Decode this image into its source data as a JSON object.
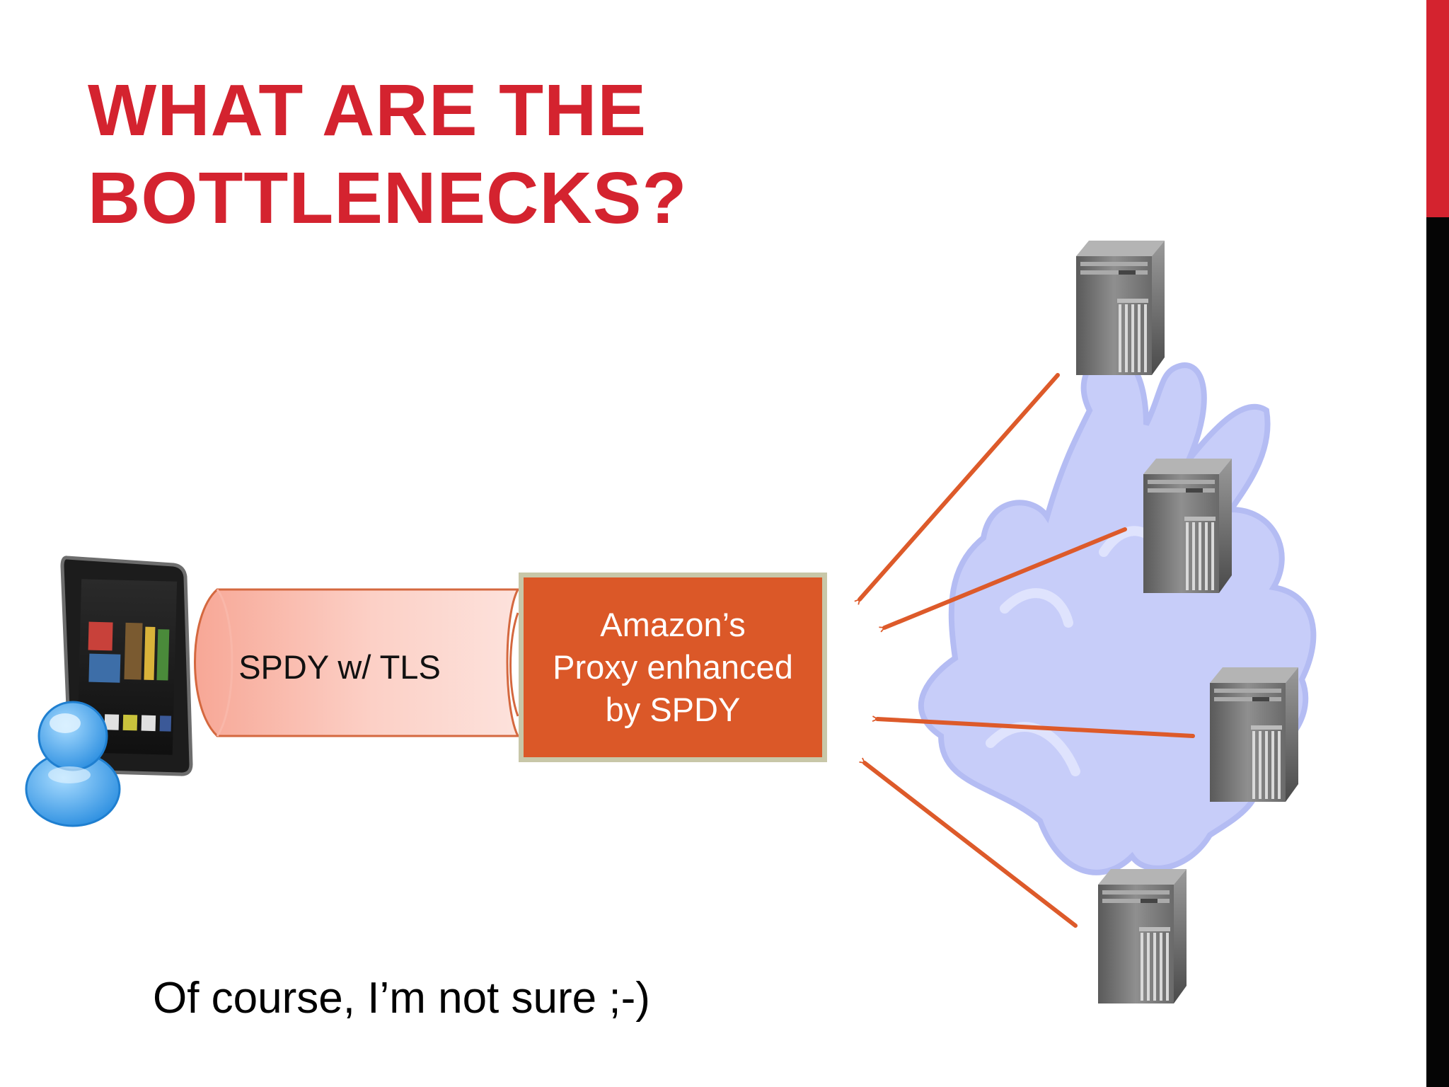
{
  "slide": {
    "title_lines": [
      "WHAT ARE THE",
      "BOTTLENECKS?"
    ],
    "tunnel_label": "SPDY w/ TLS",
    "proxy_label": "Amazon’s\nProxy enhanced\nby SPDY",
    "caption": "Of course, I’m not sure ;-)"
  },
  "colors": {
    "title": "#d4232f",
    "accent_bar": "#d4232f",
    "proxy_fill": "#db5828",
    "proxy_border": "#c8c7a8",
    "arrow": "#dd5a2a",
    "tunnel_fill": "#f7a796",
    "cloud_fill": "#c7cdf9"
  },
  "icons": [
    "tablet-icon",
    "user-icon",
    "server-icon",
    "cloud-icon"
  ]
}
